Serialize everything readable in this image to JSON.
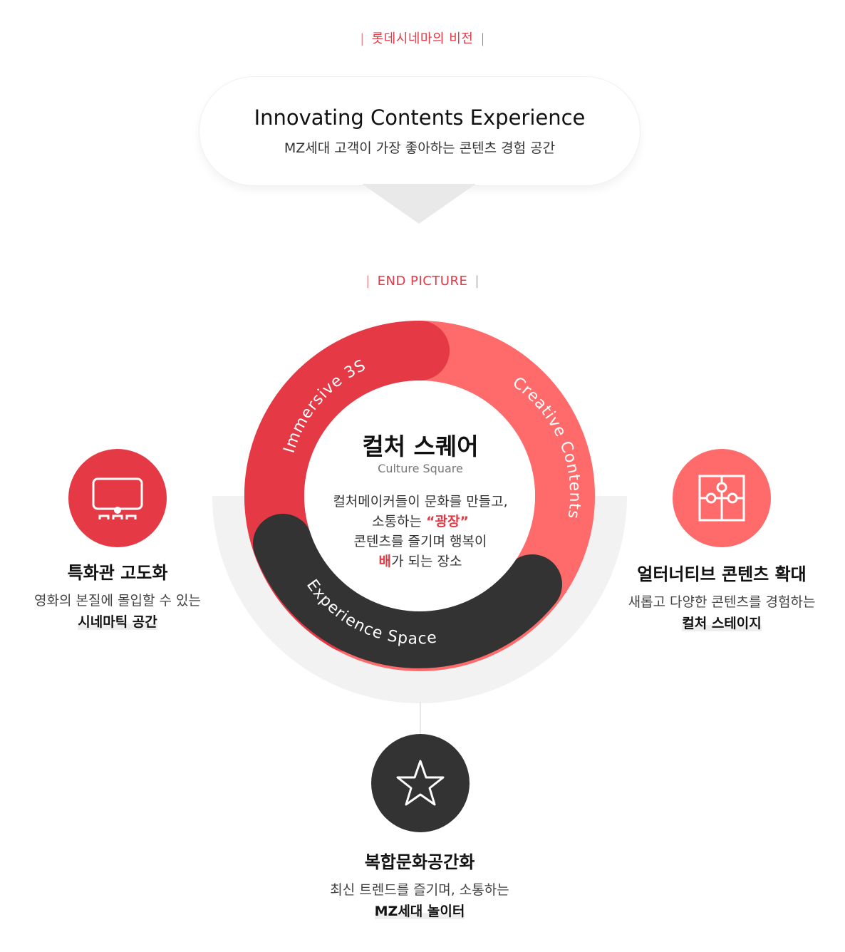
{
  "vision": {
    "label": "롯데시네마의 비전",
    "title": "Innovating Contents Experience",
    "subtitle": "MZ세대 고객이 가장 좋아하는 콘텐츠 경험 공간"
  },
  "end_picture": {
    "label": "END PICTURE"
  },
  "donut": {
    "segments": [
      {
        "label": "Immersive 3S",
        "color": "#e63946"
      },
      {
        "label": "Creative Contents",
        "color": "#ff6b6b"
      },
      {
        "label": "Experience Space",
        "color": "#333333"
      }
    ],
    "center_title": "컬처 스퀘어",
    "center_subtitle": "Culture Square",
    "desc_line1": "컬처메이커들이 문화를 만들고,",
    "desc_line2_pre": "소통하는 ",
    "desc_line2_highlight": "“광장”",
    "desc_line3": "콘텐츠를 즐기며 행복이",
    "desc_line4_highlight": "배",
    "desc_line4_post": "가 되는 장소"
  },
  "features": {
    "left": {
      "icon": "theater-screen-icon",
      "color": "#e63946",
      "title": "특화관 고도화",
      "desc": "영화의 본질에 몰입할 수 있는",
      "emphasis": "시네마틱 공간"
    },
    "right": {
      "icon": "puzzle-icon",
      "color": "#ff6b6b",
      "title": "얼터너티브 콘텐츠 확대",
      "desc": "새롭고 다양한 콘텐츠를 경험하는",
      "emphasis": "컬처 스테이지"
    },
    "bottom": {
      "icon": "star-icon",
      "color": "#333333",
      "title": "복합문화공간화",
      "desc": "최신 트렌드를 즐기며, 소통하는",
      "emphasis": "MZ세대 놀이터"
    }
  }
}
